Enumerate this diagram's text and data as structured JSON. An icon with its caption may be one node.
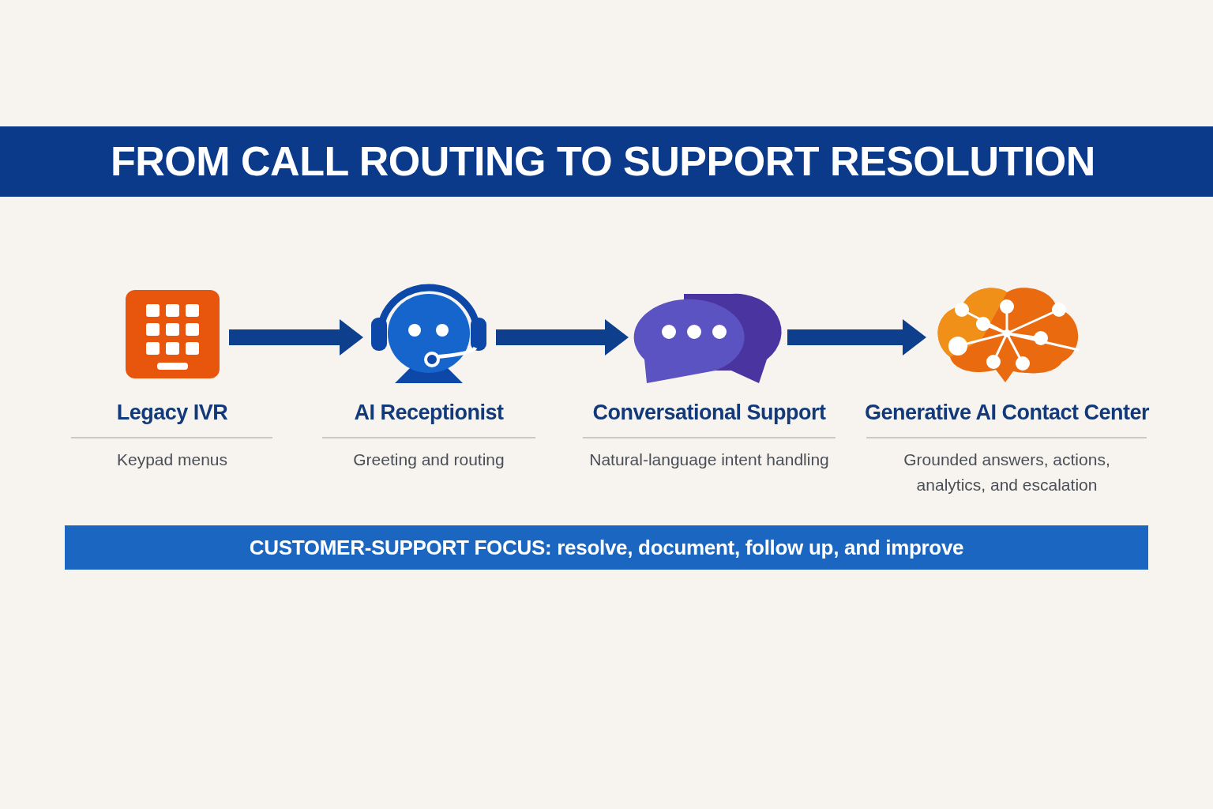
{
  "diagram": {
    "title": "FROM CALL ROUTING TO SUPPORT RESOLUTION",
    "nodes": [
      {
        "text": [],
        "shape": "picture",
        "beside": [
          "Legacy IVR",
          "Keypad menus"
        ]
      },
      {
        "text": [],
        "shape": "picture",
        "beside": [
          "AI Receptionist",
          "Greeting and routing"
        ]
      },
      {
        "text": [],
        "shape": "picture",
        "beside": [
          "Conversational Support",
          "Natural-language intent handling"
        ]
      },
      {
        "text": [],
        "shape": "picture",
        "beside": [
          "Generative AI Contact Center",
          "Grounded answers, actions, analytics, and escalation"
        ]
      }
    ],
    "edges": [
      {
        "from": 0,
        "to": 1,
        "arrow": "to"
      },
      {
        "from": 1,
        "to": 2,
        "arrow": "to"
      },
      {
        "from": 2,
        "to": 3,
        "arrow": "to"
      }
    ],
    "labels": [
      "CUSTOMER-SUPPORT FOCUS: resolve, document, follow up, and improve"
    ]
  }
}
